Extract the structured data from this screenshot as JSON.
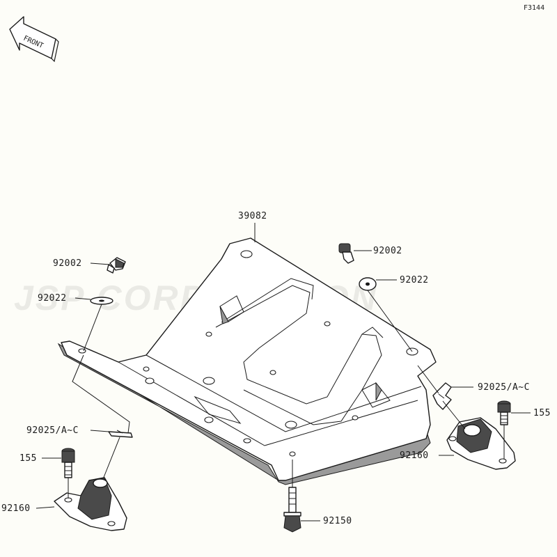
{
  "figure_id": "F3144",
  "front_arrow_label": "FRONT",
  "watermark": "JSP CORPORATION",
  "callouts": {
    "skid_plate": "39082",
    "bolt_top_left": "92002",
    "bolt_top_right": "92002",
    "washer_left": "92022",
    "washer_right": "92022",
    "clip_right": "92025/A~C",
    "clip_left": "92025/A~C",
    "bolt_right": "155",
    "bolt_left": "155",
    "mount_right": "92160",
    "mount_left": "92160",
    "bolt_bottom": "92150"
  }
}
